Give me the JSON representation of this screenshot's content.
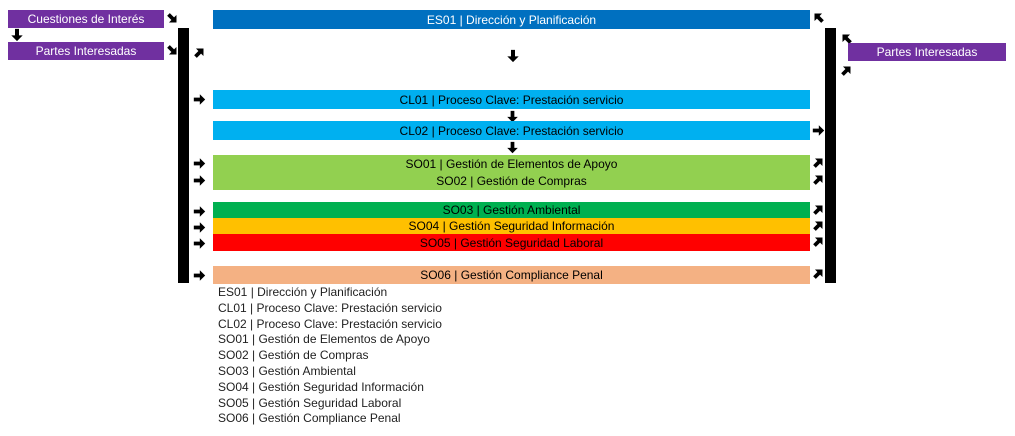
{
  "stakeholders": {
    "cuestiones_interes": "Cuestiones de Interés",
    "partes_interesadas_left": "Partes Interesadas",
    "partes_interesadas_right": "Partes Interesadas"
  },
  "colors": {
    "purple": "#7030A0",
    "dark_blue": "#0070C0",
    "light_blue": "#00B0F0",
    "light_green": "#92D050",
    "green": "#00B050",
    "yellow": "#FFC000",
    "red": "#FF0000",
    "salmon": "#F4B183",
    "bar_black": "#000000"
  },
  "processes": [
    {
      "id": "ES01",
      "label": "ES01 | Dirección y Planificación",
      "color": "#0070C0",
      "text_color": "#FFFFFF"
    },
    {
      "id": "CL01",
      "label": "CL01 | Proceso Clave: Prestación servicio",
      "color": "#00B0F0",
      "text_color": "#000000"
    },
    {
      "id": "CL02",
      "label": "CL02 | Proceso Clave: Prestación servicio",
      "color": "#00B0F0",
      "text_color": "#000000"
    },
    {
      "id": "SO01",
      "label": "SO01 | Gestión de Elementos de Apoyo",
      "color": "#92D050",
      "text_color": "#000000"
    },
    {
      "id": "SO02",
      "label": "SO02 | Gestión de Compras",
      "color": "#92D050",
      "text_color": "#000000"
    },
    {
      "id": "SO03",
      "label": "SO03 | Gestión Ambiental",
      "color": "#00B050",
      "text_color": "#000000"
    },
    {
      "id": "SO04",
      "label": "SO04 | Gestión Seguridad Información",
      "color": "#FFC000",
      "text_color": "#000000"
    },
    {
      "id": "SO05",
      "label": "SO05 | Gestión Seguridad Laboral",
      "color": "#FF0000",
      "text_color": "#000000"
    },
    {
      "id": "SO06",
      "label": "SO06 | Gestión Compliance Penal",
      "color": "#F4B183",
      "text_color": "#000000"
    }
  ],
  "legend": [
    "ES01 | Dirección y Planificación",
    "CL01 | Proceso Clave: Prestación servicio",
    "CL02 | Proceso Clave: Prestación servicio",
    "SO01 | Gestión de Elementos de Apoyo",
    "SO02 | Gestión de Compras",
    "SO03 | Gestión Ambiental",
    "SO04 | Gestión Seguridad Información",
    "SO05 | Gestión Seguridad Laboral",
    "SO06 | Gestión Compliance Penal"
  ]
}
